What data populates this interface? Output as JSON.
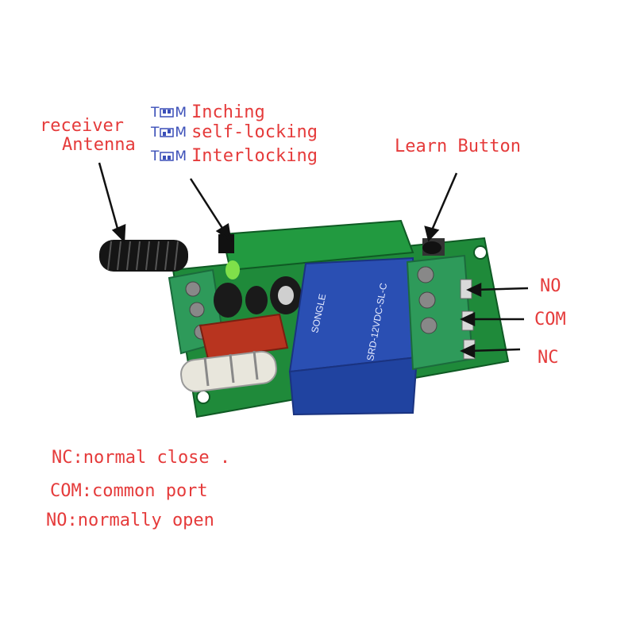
{
  "labels": {
    "receiver": "receiver",
    "antenna": "Antenna",
    "learn_button": "Learn Button",
    "no": "NO",
    "com": "COM",
    "nc": "NC"
  },
  "modes": [
    {
      "icon": "inching-switch-icon",
      "prefix": "T",
      "suffix": "M",
      "label": "Inching"
    },
    {
      "icon": "self-locking-switch-icon",
      "prefix": "T",
      "suffix": "M",
      "label": "self-locking"
    },
    {
      "icon": "interlocking-switch-icon",
      "prefix": "T",
      "suffix": "M",
      "label": "Interlocking"
    }
  ],
  "legend": [
    "NC:normal close .",
    "COM:common port",
    "NO:normally open"
  ],
  "relay_text": {
    "brand": "SONGLE",
    "model": "SRD-12VDC-SL-C"
  },
  "colors": {
    "label": "#e53b3b",
    "icon": "#3b4fb8",
    "pcb": "#1f8a3a",
    "relay": "#2a4fb3",
    "terminal": "#2e9a5a"
  }
}
